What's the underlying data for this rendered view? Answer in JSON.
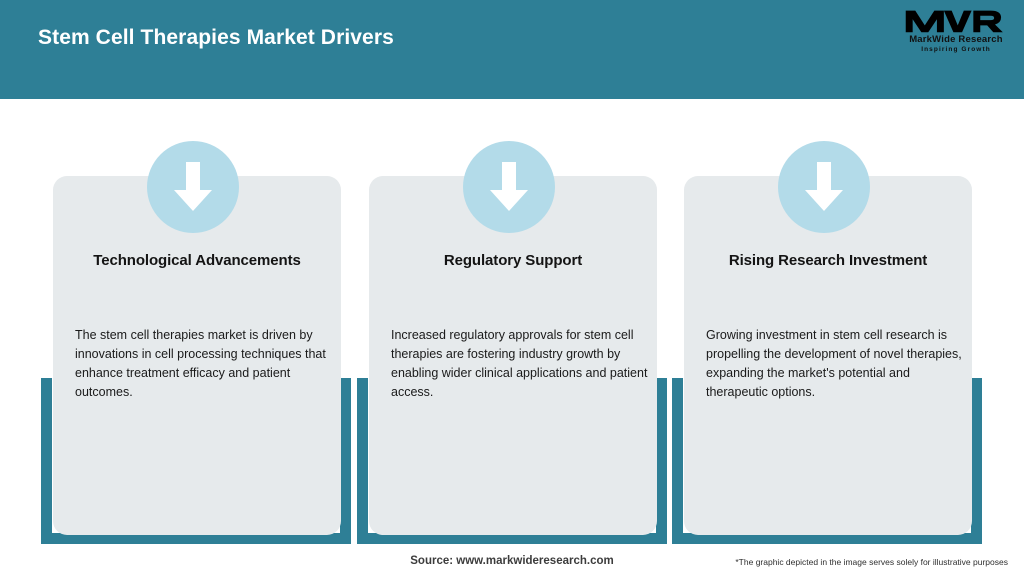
{
  "header": {
    "title": "Stem Cell Therapies Market Drivers",
    "bg_color": "#2e7f96",
    "title_color": "#ffffff"
  },
  "logo": {
    "mark": "MWR",
    "name": "MarkWide Research",
    "tagline": "Inspiring Growth"
  },
  "theme": {
    "teal": "#2e7f96",
    "card_bg": "#e6eaec",
    "icon_circle": "#b3dbe9",
    "arrow": "#ffffff",
    "page_bg": "#ffffff"
  },
  "cards": [
    {
      "icon": "down-arrow-icon",
      "title": "Technological Advancements",
      "body": "The stem cell therapies market is driven by innovations in cell processing techniques that enhance treatment efficacy and patient outcomes."
    },
    {
      "icon": "down-arrow-icon",
      "title": "Regulatory Support",
      "body": "Increased regulatory approvals for stem cell therapies are fostering industry growth by enabling wider clinical applications and patient access."
    },
    {
      "icon": "down-arrow-icon",
      "title": "Rising Research Investment",
      "body": "Growing investment in stem cell research is propelling the development of novel therapies, expanding the market's potential and therapeutic options."
    }
  ],
  "footer": {
    "source": "Source: www.markwideresearch.com",
    "disclaimer": "*The graphic depicted in the image serves solely for illustrative purposes"
  }
}
